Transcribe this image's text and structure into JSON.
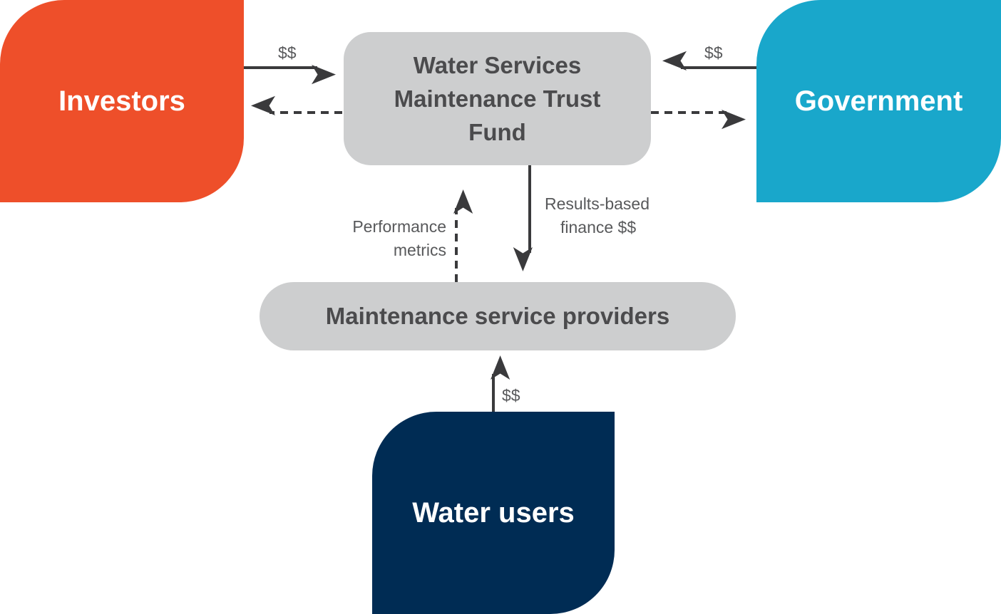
{
  "nodes": {
    "investors": "Investors",
    "government": "Government",
    "water_users": "Water users",
    "fund": [
      "Water Services",
      "Maintenance Trust",
      "Fund"
    ],
    "providers": "Maintenance service providers"
  },
  "edges": {
    "investors_to_fund": "$$",
    "government_to_fund": "$$",
    "performance_metrics": [
      "Performance",
      "metrics"
    ],
    "results_based_finance": [
      "Results-based",
      "finance $$"
    ],
    "users_to_providers": "$$"
  },
  "colors": {
    "investors": "#ee4f2a",
    "government": "#19a7cb",
    "water_users": "#002c54",
    "boxes": "#cdcecf",
    "arrows": "#3a3a3c"
  }
}
